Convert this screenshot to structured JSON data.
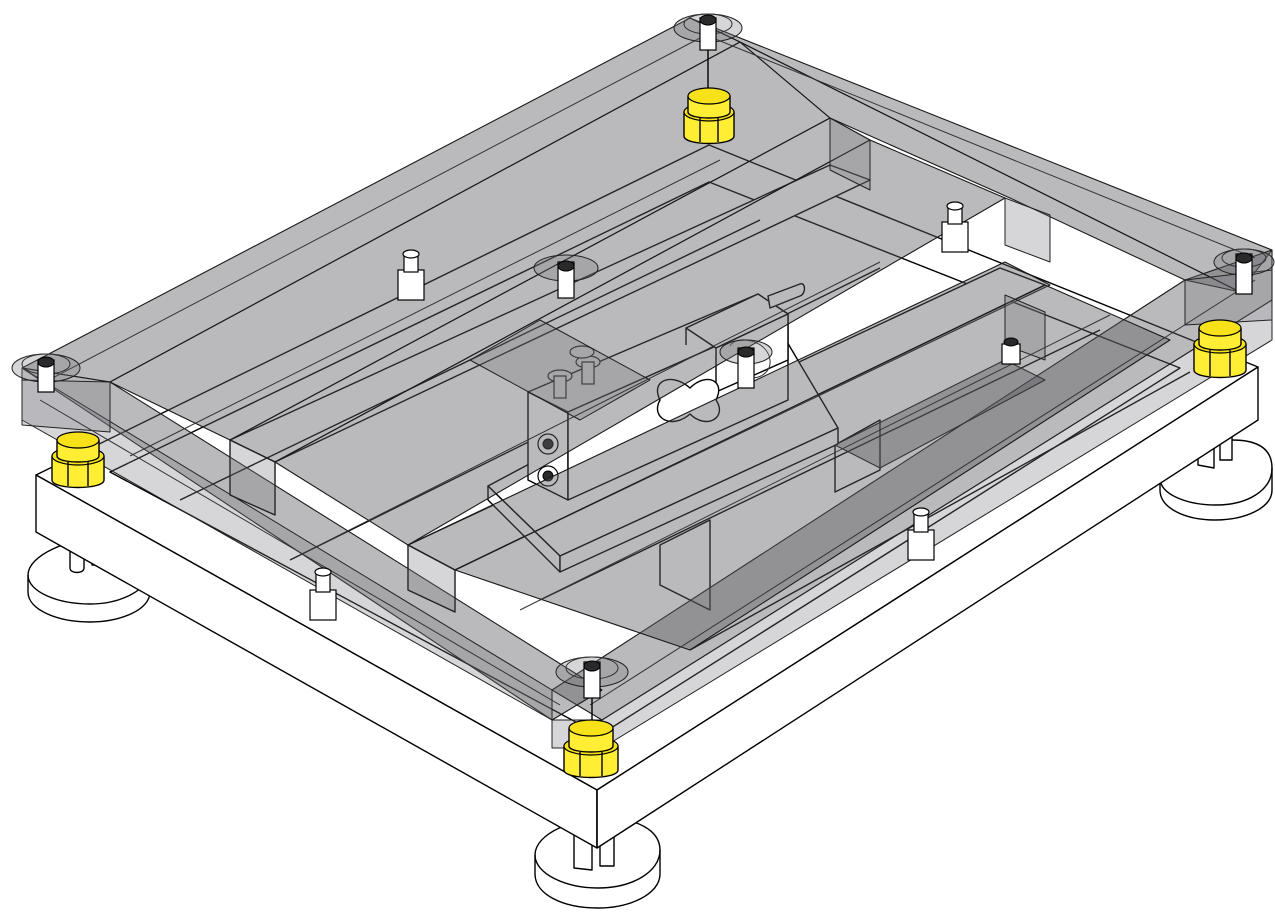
{
  "figure": {
    "kind": "isometric hidden-line technical drawing of a platform scale",
    "colors": {
      "background": "#ffffff",
      "line": "#000000",
      "transparent_top_frame": "#5a5a5f",
      "overload_stop_nut": "#ffee33"
    },
    "components": {
      "base_frame": "base-frame",
      "top_frame": "top-frame-transparent",
      "load_cell": "load-cell",
      "feet": [
        "foot-front",
        "foot-left",
        "foot-right",
        "foot-back"
      ],
      "overload_stops": [
        "stop-nut-left",
        "stop-nut-front",
        "stop-nut-right",
        "stop-nut-back"
      ]
    }
  }
}
